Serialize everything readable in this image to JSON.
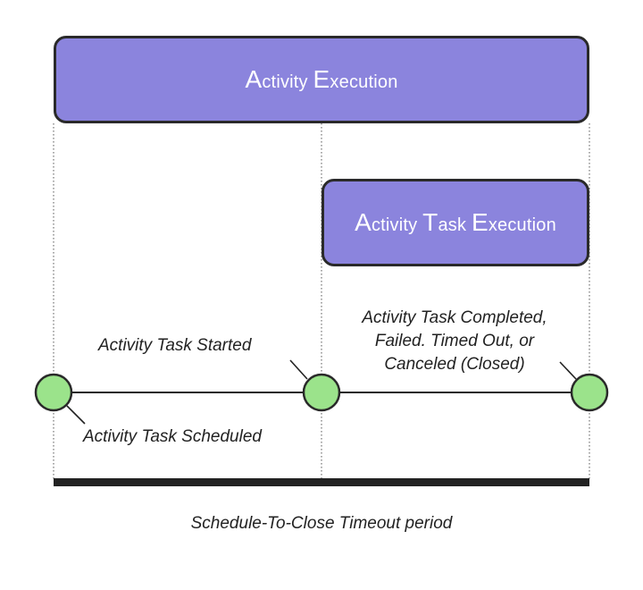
{
  "colors": {
    "box_fill": "#8b84dd",
    "node_fill": "#9be38b",
    "stroke": "#2a2a2a",
    "bar": "#222222"
  },
  "boxes": {
    "activity_execution": {
      "label": "Activity Execution"
    },
    "task_execution": {
      "label": "Activity Task Execution"
    }
  },
  "events": {
    "scheduled": "Activity Task Scheduled",
    "started": "Activity Task Started",
    "closed_line1": "Activity Task Completed,",
    "closed_line2": "Failed. Timed Out, or",
    "closed_line3": "Canceled (Closed)"
  },
  "period_label": "Schedule-To-Close Timeout period"
}
